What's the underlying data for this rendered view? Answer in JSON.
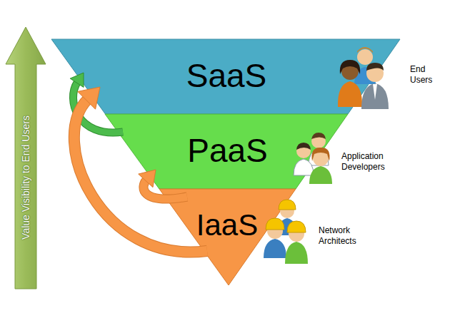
{
  "diagram": {
    "nodes": [
      {
        "text": [
          "SaaS"
        ]
      },
      {
        "text": [
          "PaaS"
        ]
      },
      {
        "text": [
          "IaaS"
        ]
      }
    ],
    "edges": [
      {
        "from": 1,
        "to": 0,
        "arrow": "to"
      },
      {
        "from": 2,
        "to": 0,
        "arrow": "to"
      },
      {
        "from": 2,
        "to": 1,
        "arrow": "to"
      }
    ],
    "labels": [
      "Value Visibility to End Users",
      "End Users",
      "Application Developers",
      "Network Architects"
    ]
  }
}
